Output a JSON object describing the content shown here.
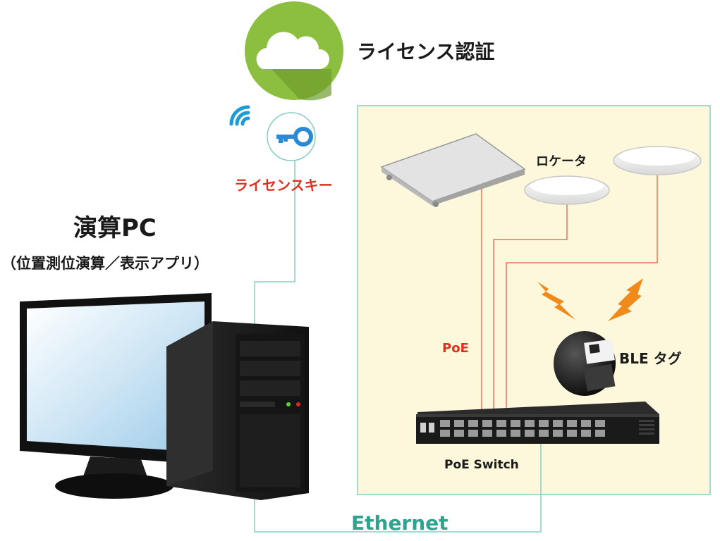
{
  "labels": {
    "cloud": "ライセンス認証",
    "license_key": "ライセンスキー",
    "pc_title": "演算PC",
    "pc_subtitle": "（位置測位演算／表示アプリ）",
    "locator": "ロケータ",
    "poe": "PoE",
    "ble_tag": "BLE タグ",
    "poe_switch": "PoE Switch",
    "ethernet": "Ethernet"
  },
  "colors": {
    "cloud_green": "#8cbf3f",
    "cloud_green_dark": "#6f9d2c",
    "zone_fill": "#fdf8dc",
    "zone_border": "#86cdc1",
    "ethernet_line": "#86cdc1",
    "poe_line": "#e0301e",
    "key_blue": "#2a8ad6",
    "signal_orange": "#f08b1b",
    "accent_red_text": "#e0301e",
    "ethernet_text": "#2fa38e"
  },
  "icons": [
    "cloud-icon",
    "key-icon",
    "wifi-icon",
    "lightning-icon"
  ]
}
